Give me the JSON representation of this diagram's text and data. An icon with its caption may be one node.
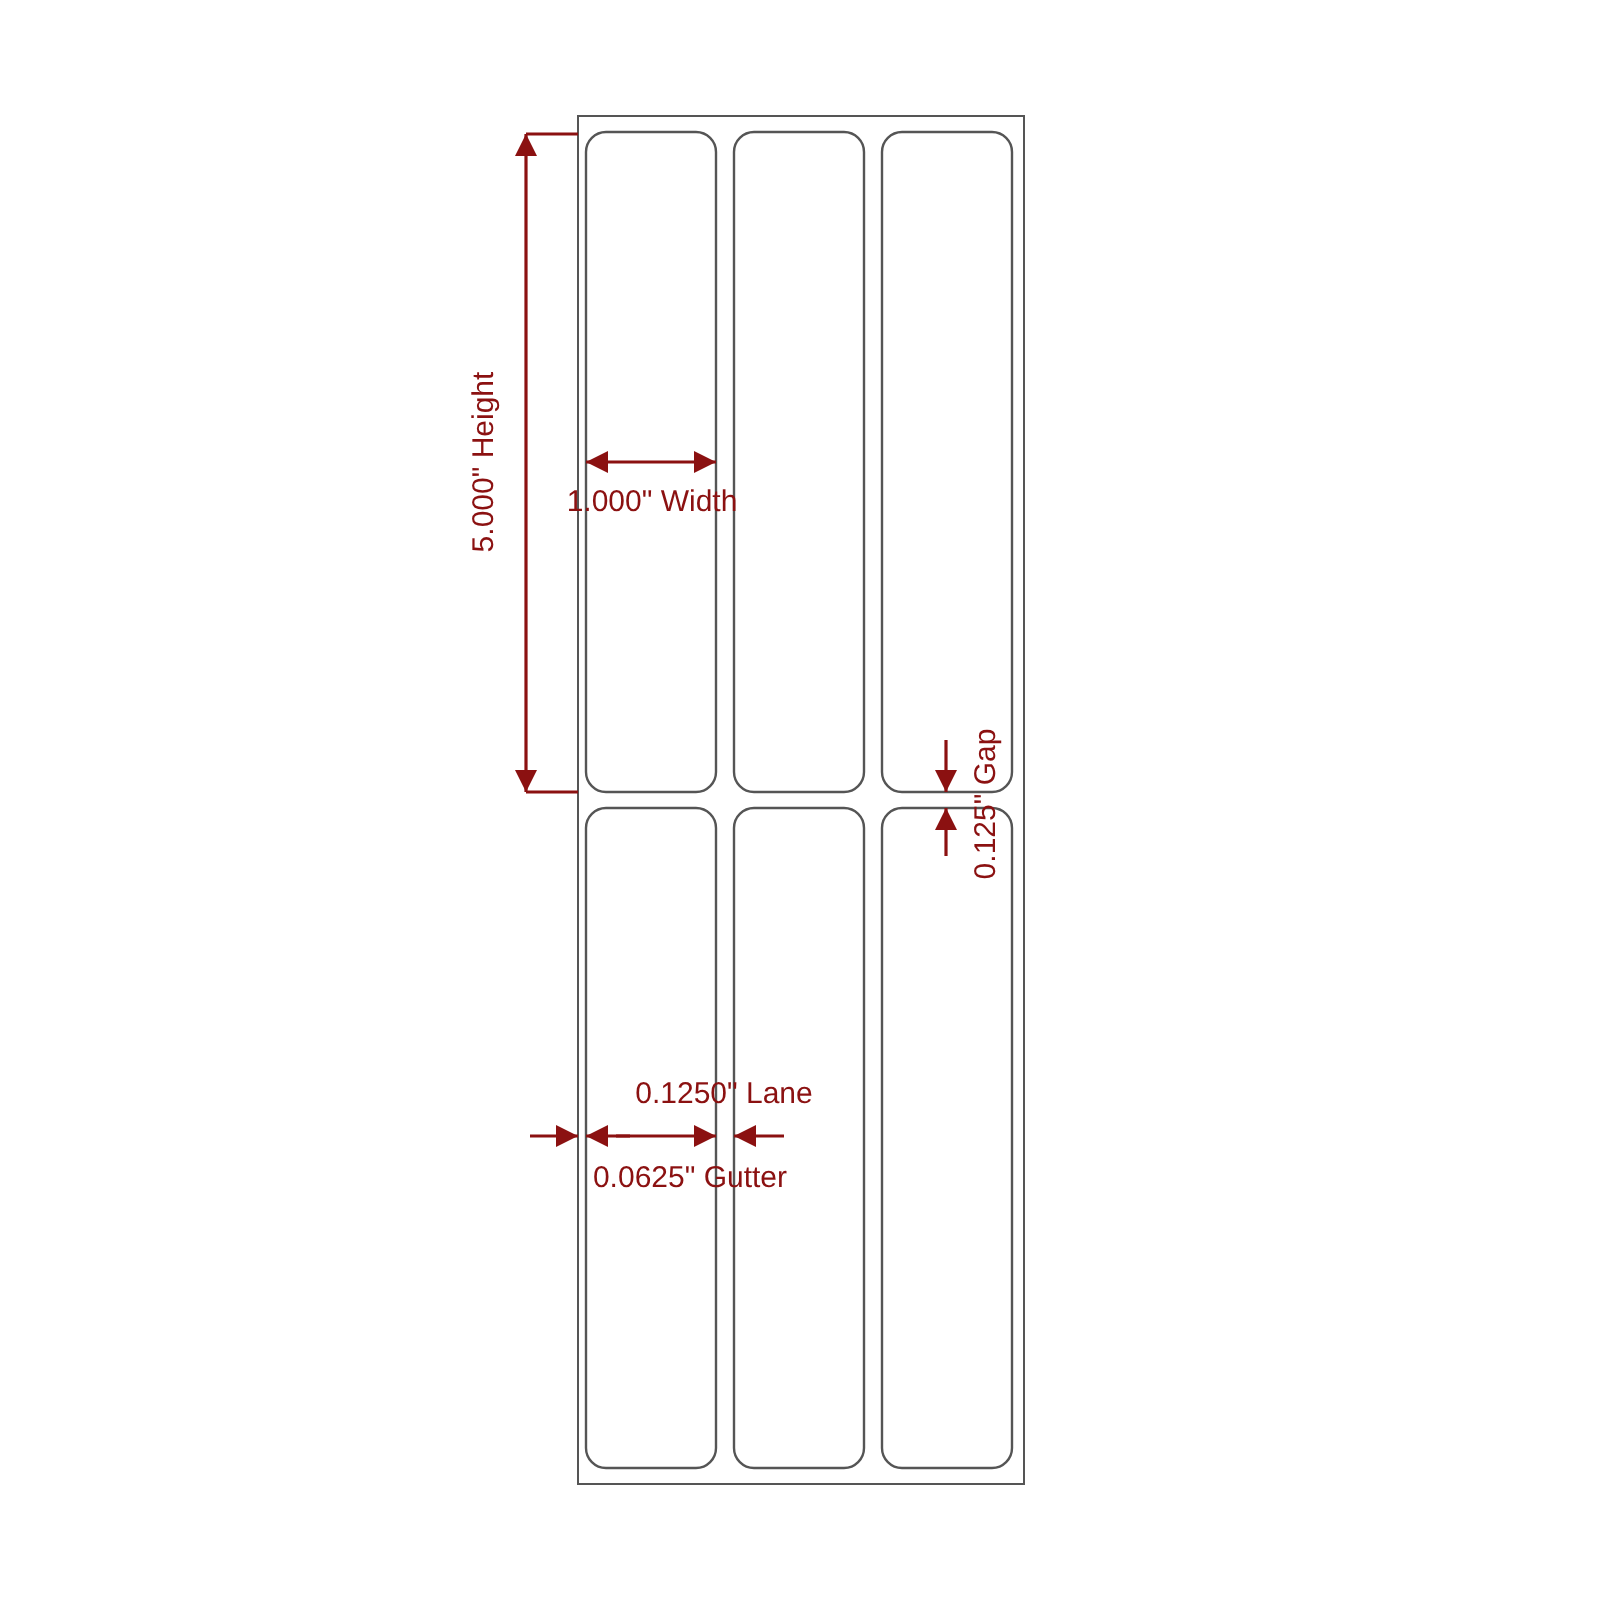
{
  "diagram": {
    "labels": [
      "5.000\" Height",
      "1.000\" Width",
      "0.125\" Gap",
      "0.1250\" Lane",
      "0.0625\" Gutter"
    ]
  }
}
